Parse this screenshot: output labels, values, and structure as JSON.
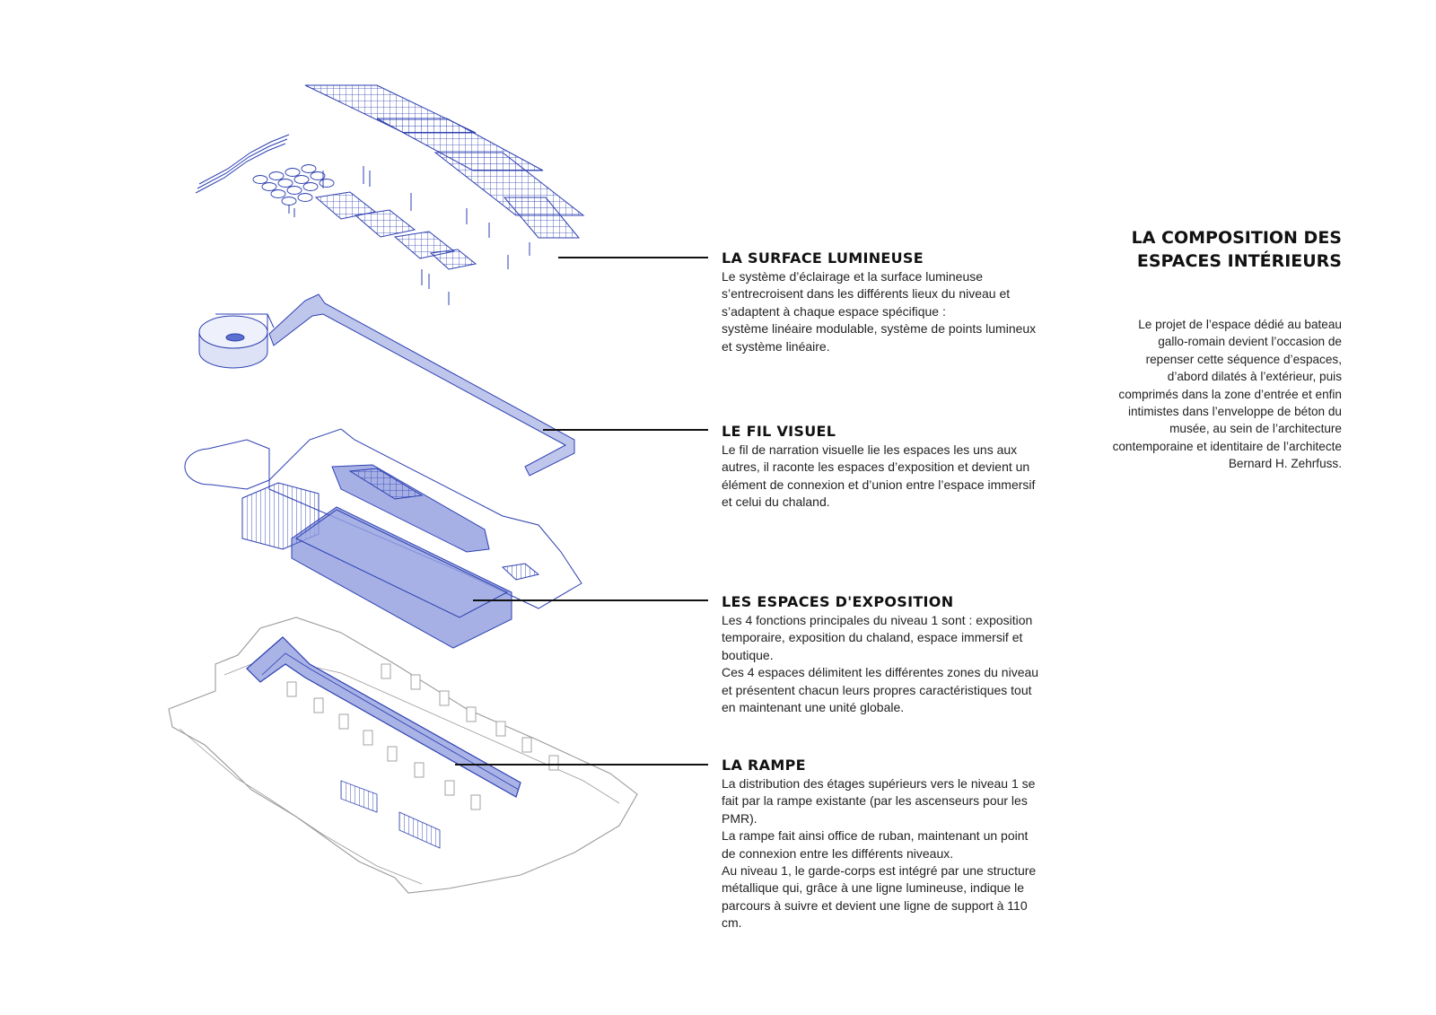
{
  "side": {
    "title_line1": "LA COMPOSITION DES",
    "title_line2": "ESPACES INTÉRIEURS",
    "body": "Le projet de l’espace dédié au bateau gallo-romain devient l’occasion de repenser cette séquence d’espaces, d’abord dilatés à l’extérieur, puis comprimés dans la zone d’entrée et enfin intimistes dans l’enveloppe de béton du musée, au sein de l’architecture contemporaine et identitaire de l’architecte Bernard H. Zehrfuss."
  },
  "layers": [
    {
      "title": "LA SURFACE LUMINEUSE",
      "paragraphs": [
        "Le système d’éclairage et la surface lumineuse s’entrecroisent dans les différents lieux du niveau et s’adaptent à chaque espace spécifique :",
        "système linéaire modulable, système de points lumineux et système linéaire."
      ]
    },
    {
      "title": "LE FIL VISUEL",
      "paragraphs": [
        "Le fil de narration visuelle lie les espaces les uns aux autres, il raconte les espaces d’exposition et devient un élément de connexion et d’union entre l’espace immersif et celui du chaland."
      ]
    },
    {
      "title": "LES ESPACES D'EXPOSITION",
      "paragraphs": [
        "Les 4 fonctions principales du niveau 1 sont : exposition temporaire, exposition du chaland, espace immersif et boutique.",
        "Ces 4 espaces délimitent les différentes zones du niveau et présentent chacun leurs propres caractéristiques tout en maintenant une unité globale."
      ]
    },
    {
      "title": "LA RAMPE",
      "paragraphs": [
        "La distribution des étages supérieurs vers le niveau 1 se fait par la rampe existante (par les ascenseurs pour les PMR).",
        "La rampe fait ainsi office de ruban, maintenant un point de connexion entre les différents niveaux.",
        "Au niveau 1, le garde-corps est intégré par une structure métallique qui, grâce à une ligne lumineuse, indique le parcours à suivre et devient une ligne de support à 110 cm."
      ]
    }
  ],
  "colors": {
    "accent_blue": "#2c3fb0",
    "fill_blue": "#5d6fcf",
    "light_blue": "#a9b3e6",
    "floor_line": "#9a9a9a",
    "text": "#1a1a1a"
  }
}
